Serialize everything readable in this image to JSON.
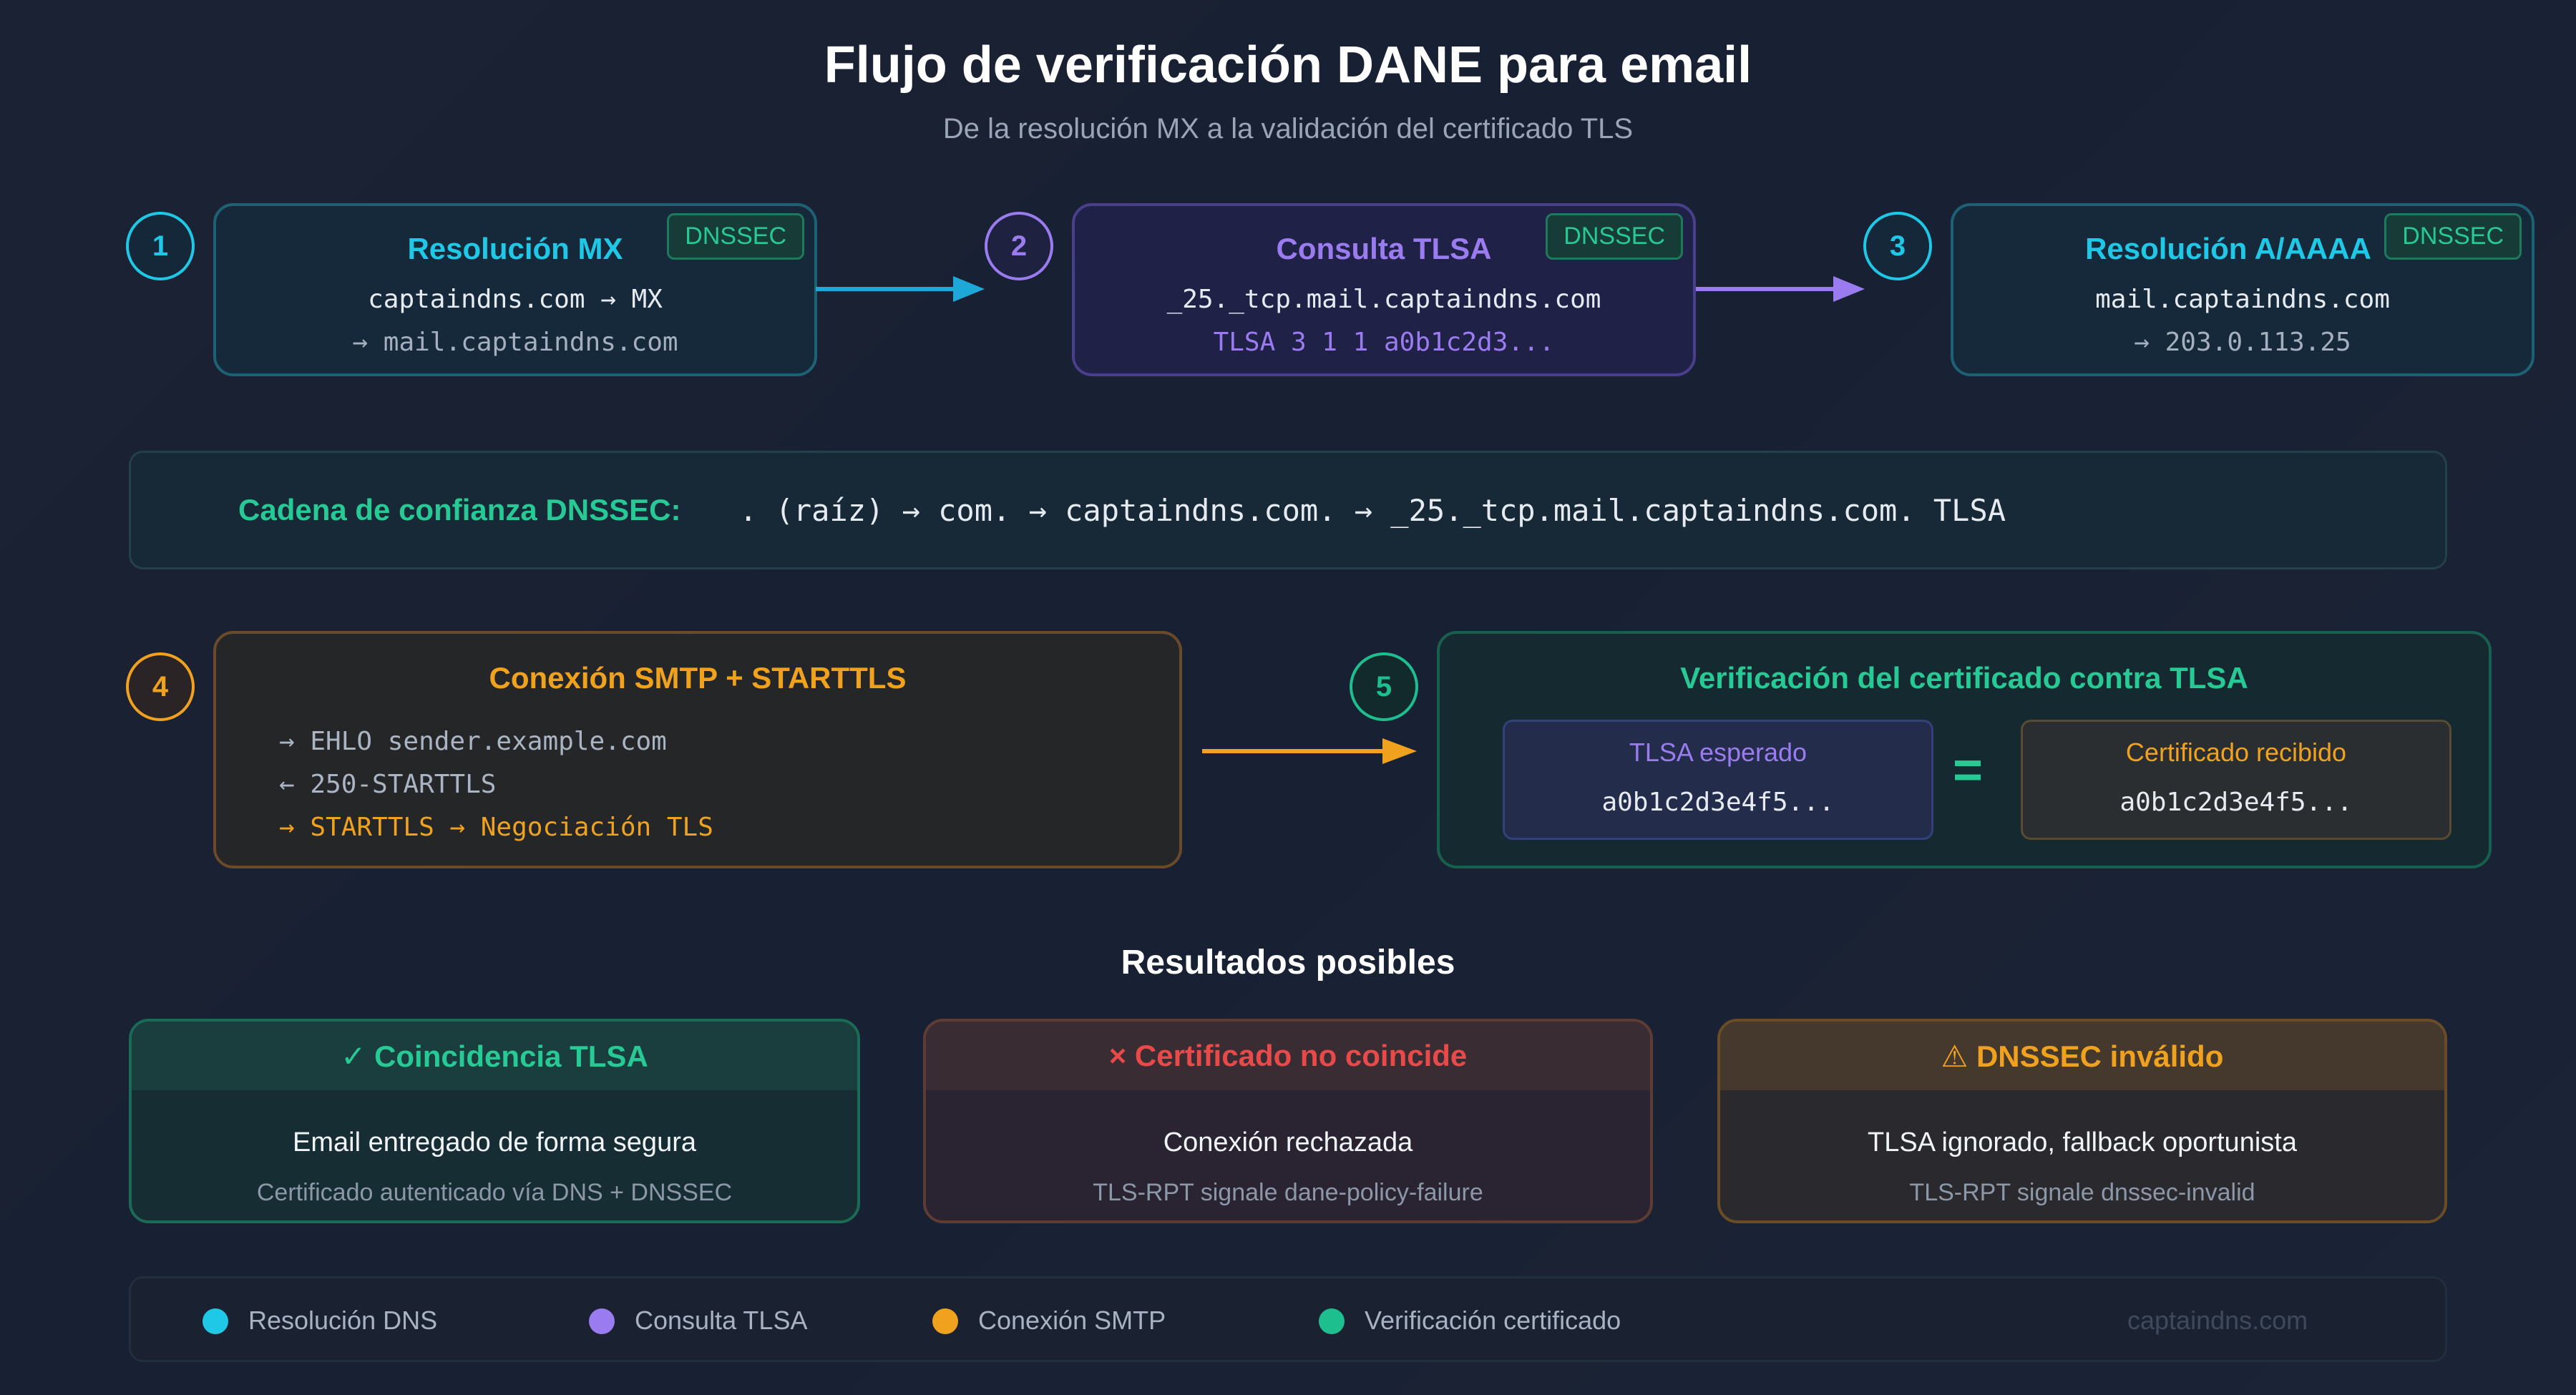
{
  "title": "Flujo de verificación DANE para email",
  "subtitle": "De la resolución MX a la validación del certificado TLS",
  "steps": [
    {
      "number": "1",
      "title": "Resolución MX",
      "badge": "DNSSEC",
      "line1": "captaindns.com → MX",
      "line2": "→ mail.captaindns.com"
    },
    {
      "number": "2",
      "title": "Consulta TLSA",
      "badge": "DNSSEC",
      "line1": "_25._tcp.mail.captaindns.com",
      "line2": "TLSA 3 1 1 a0b1c2d3..."
    },
    {
      "number": "3",
      "title": "Resolución A/AAAA",
      "badge": "DNSSEC",
      "line1": "mail.captaindns.com",
      "line2": "→ 203.0.113.25"
    }
  ],
  "chain": {
    "label": "Cadena de confianza DNSSEC:",
    "path": ". (raíz) → com. → captaindns.com. → _25._tcp.mail.captaindns.com. TLSA"
  },
  "smtp": {
    "number": "4",
    "title": "Conexión SMTP + STARTTLS",
    "lines": [
      "→ EHLO sender.example.com",
      "← 250-STARTTLS",
      "→ STARTTLS → Negociación TLS"
    ]
  },
  "verify": {
    "number": "5",
    "title": "Verificación del certificado contra TLSA",
    "expected_label": "TLSA esperado",
    "expected_value": "a0b1c2d3e4f5...",
    "equals": "=",
    "received_label": "Certificado recibido",
    "received_value": "a0b1c2d3e4f5..."
  },
  "results_heading": "Resultados posibles",
  "results": [
    {
      "title": "✓ Coincidencia TLSA",
      "main": "Email entregado de forma segura",
      "sub": "Certificado autenticado vía DNS + DNSSEC"
    },
    {
      "title": "× Certificado no coincide",
      "main": "Conexión rechazada",
      "sub": "TLS-RPT signale dane-policy-failure"
    },
    {
      "title": "⚠ DNSSEC inválido",
      "main": "TLSA ignorado, fallback oportunista",
      "sub": "TLS-RPT signale dnssec-invalid"
    }
  ],
  "legend": [
    {
      "label": "Resolución DNS",
      "color": "#1ec8e6"
    },
    {
      "label": "Consulta TLSA",
      "color": "#9b7cf0"
    },
    {
      "label": "Conexión SMTP",
      "color": "#f0a21e"
    },
    {
      "label": "Verificación certificado",
      "color": "#1ebf8e"
    }
  ],
  "watermark": "captaindns.com",
  "colors": {
    "cyan": "#1ec8e6",
    "purple": "#9b7cf0",
    "orange": "#f0a21e",
    "green": "#1ebf8e",
    "red": "#e84a4a"
  }
}
